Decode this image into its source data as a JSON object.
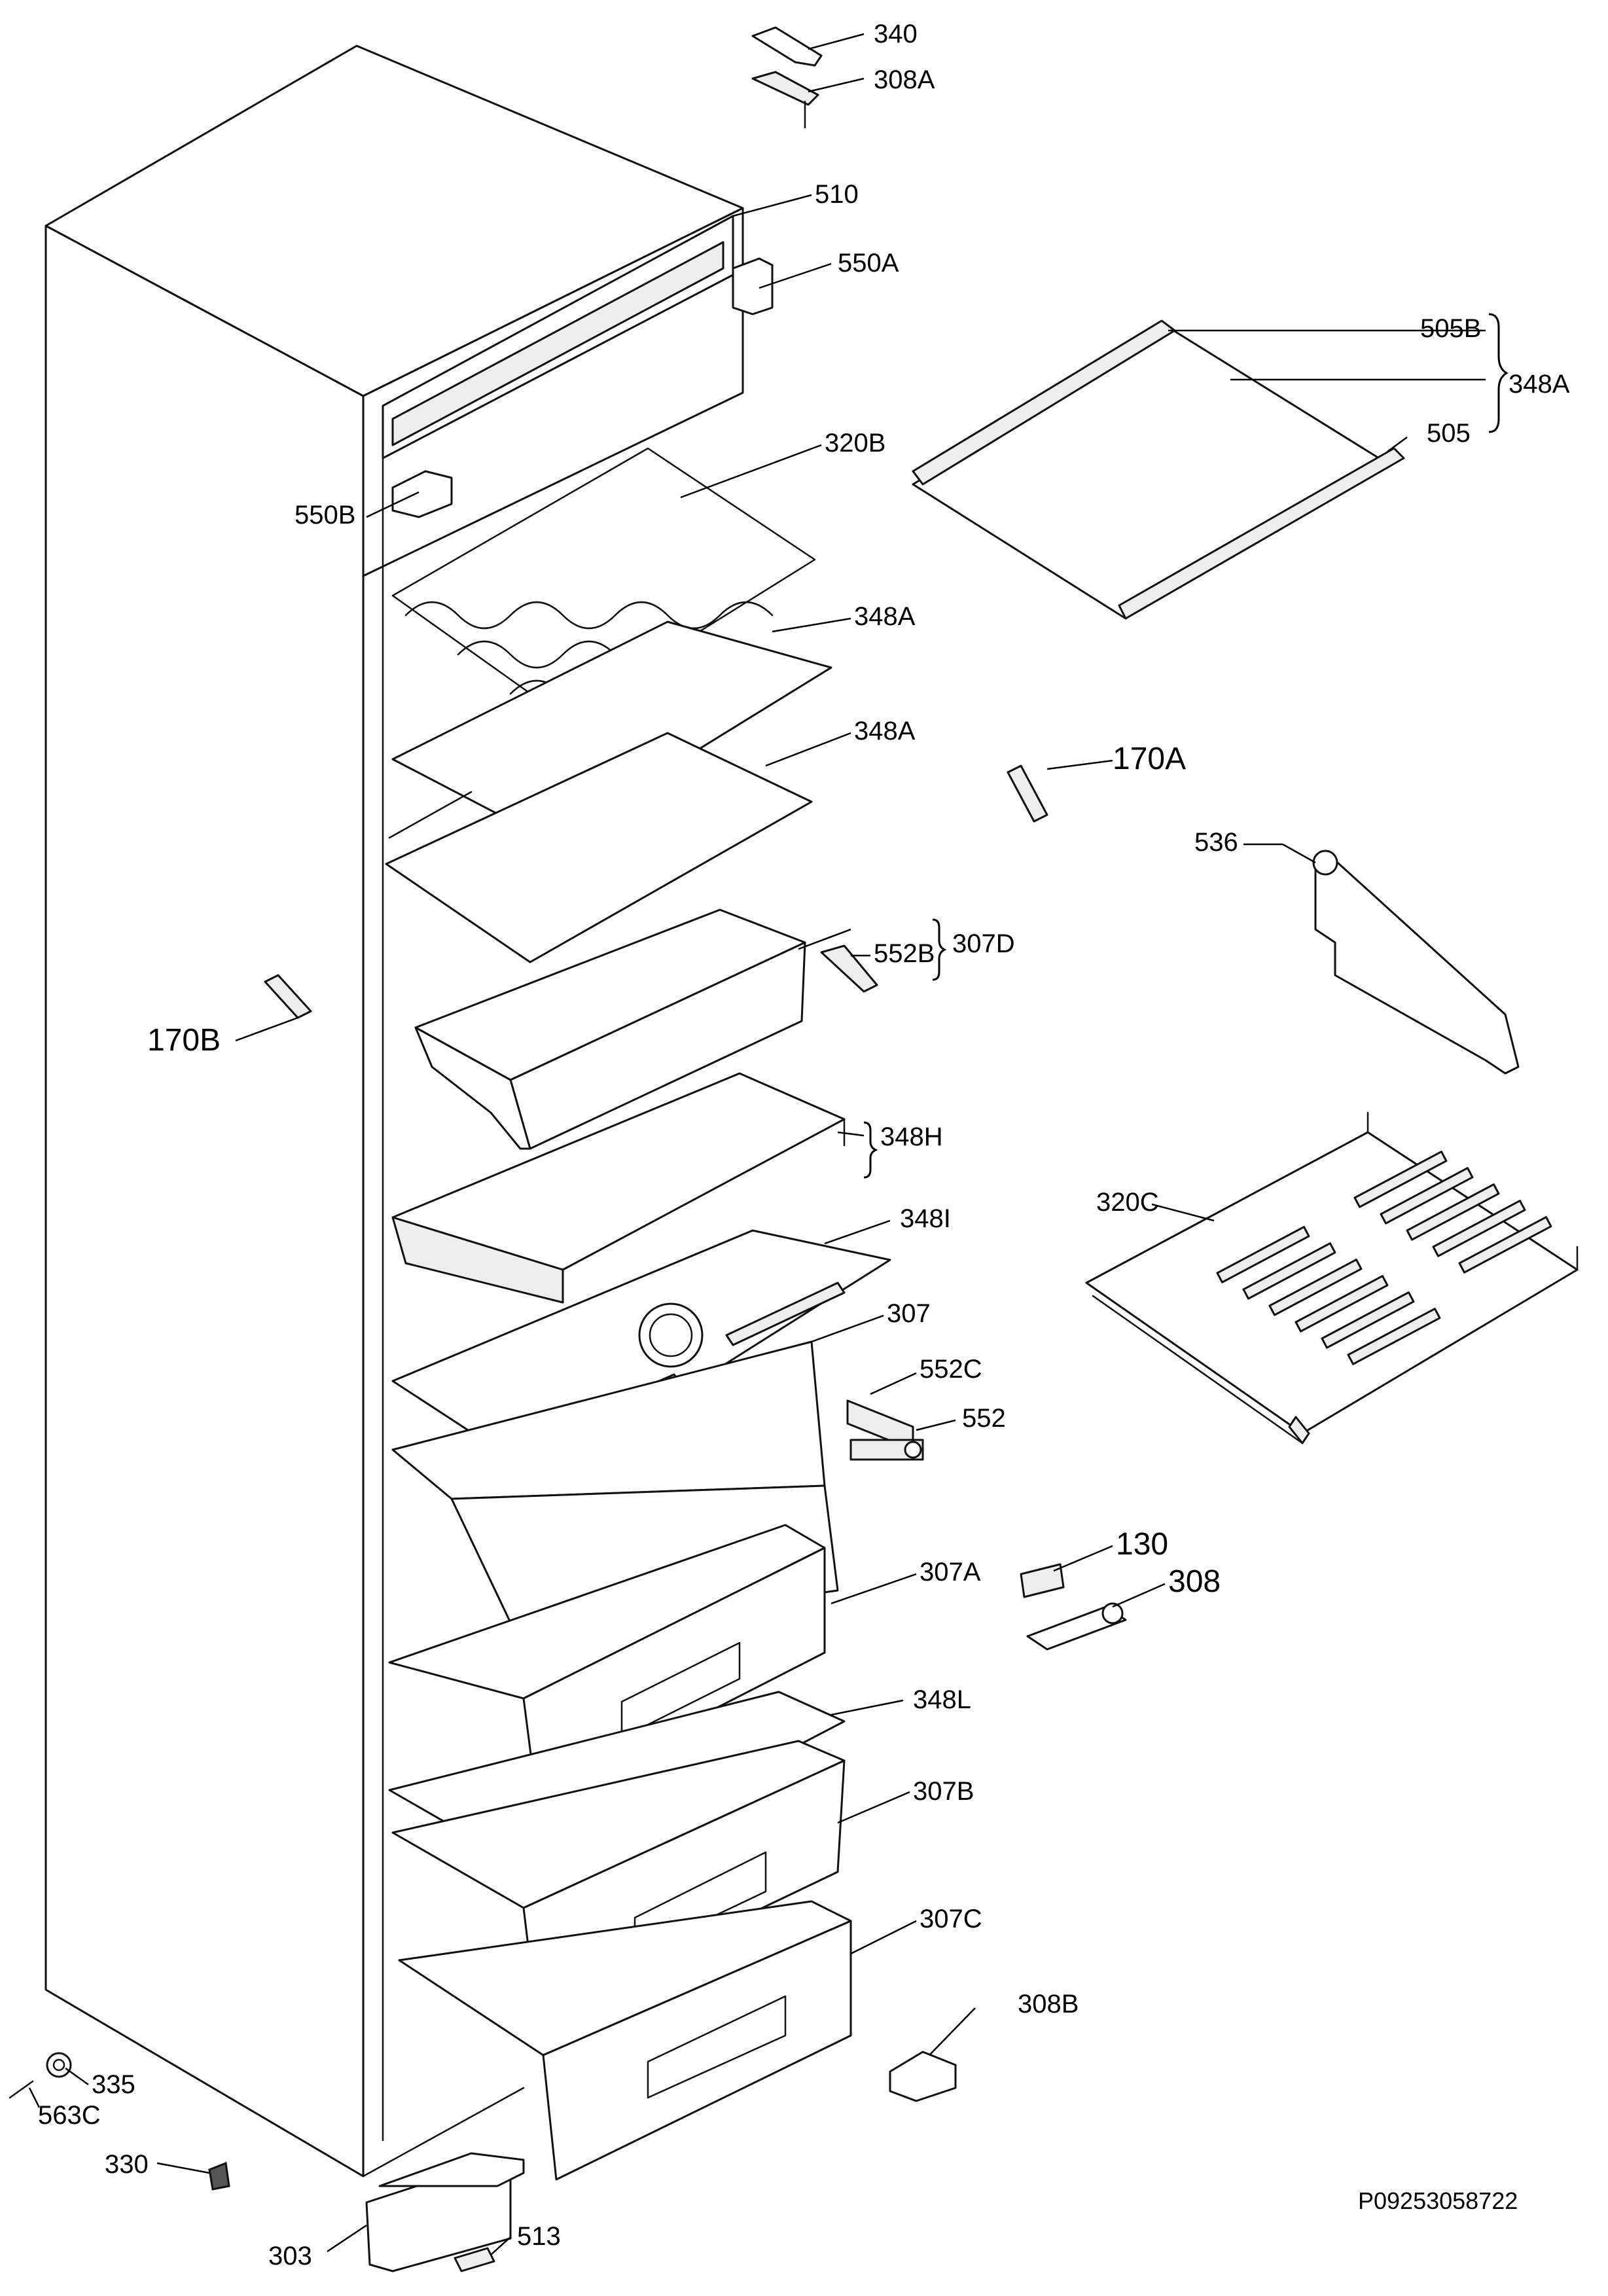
{
  "reference_code": "P09253058722",
  "callouts": {
    "c340": "340",
    "c308A": "308A",
    "c510": "510",
    "c550A": "550A",
    "c550B": "550B",
    "c505B": "505B",
    "c505": "505",
    "c348A_group": "348A",
    "c320B": "320B",
    "c348A_1": "348A",
    "c348A_2": "348A",
    "c170A": "170A",
    "c536": "536",
    "c552B": "552B",
    "c307D": "307D",
    "c170B": "170B",
    "c348H": "348H",
    "c320C": "320C",
    "c348I": "348I",
    "c307": "307",
    "c552C": "552C",
    "c552": "552",
    "c130": "130",
    "c308": "308",
    "c307A": "307A",
    "c348L": "348L",
    "c307B": "307B",
    "c307C": "307C",
    "c308B": "308B",
    "c335": "335",
    "c563C": "563C",
    "c330": "330",
    "c303": "303",
    "c513": "513"
  }
}
